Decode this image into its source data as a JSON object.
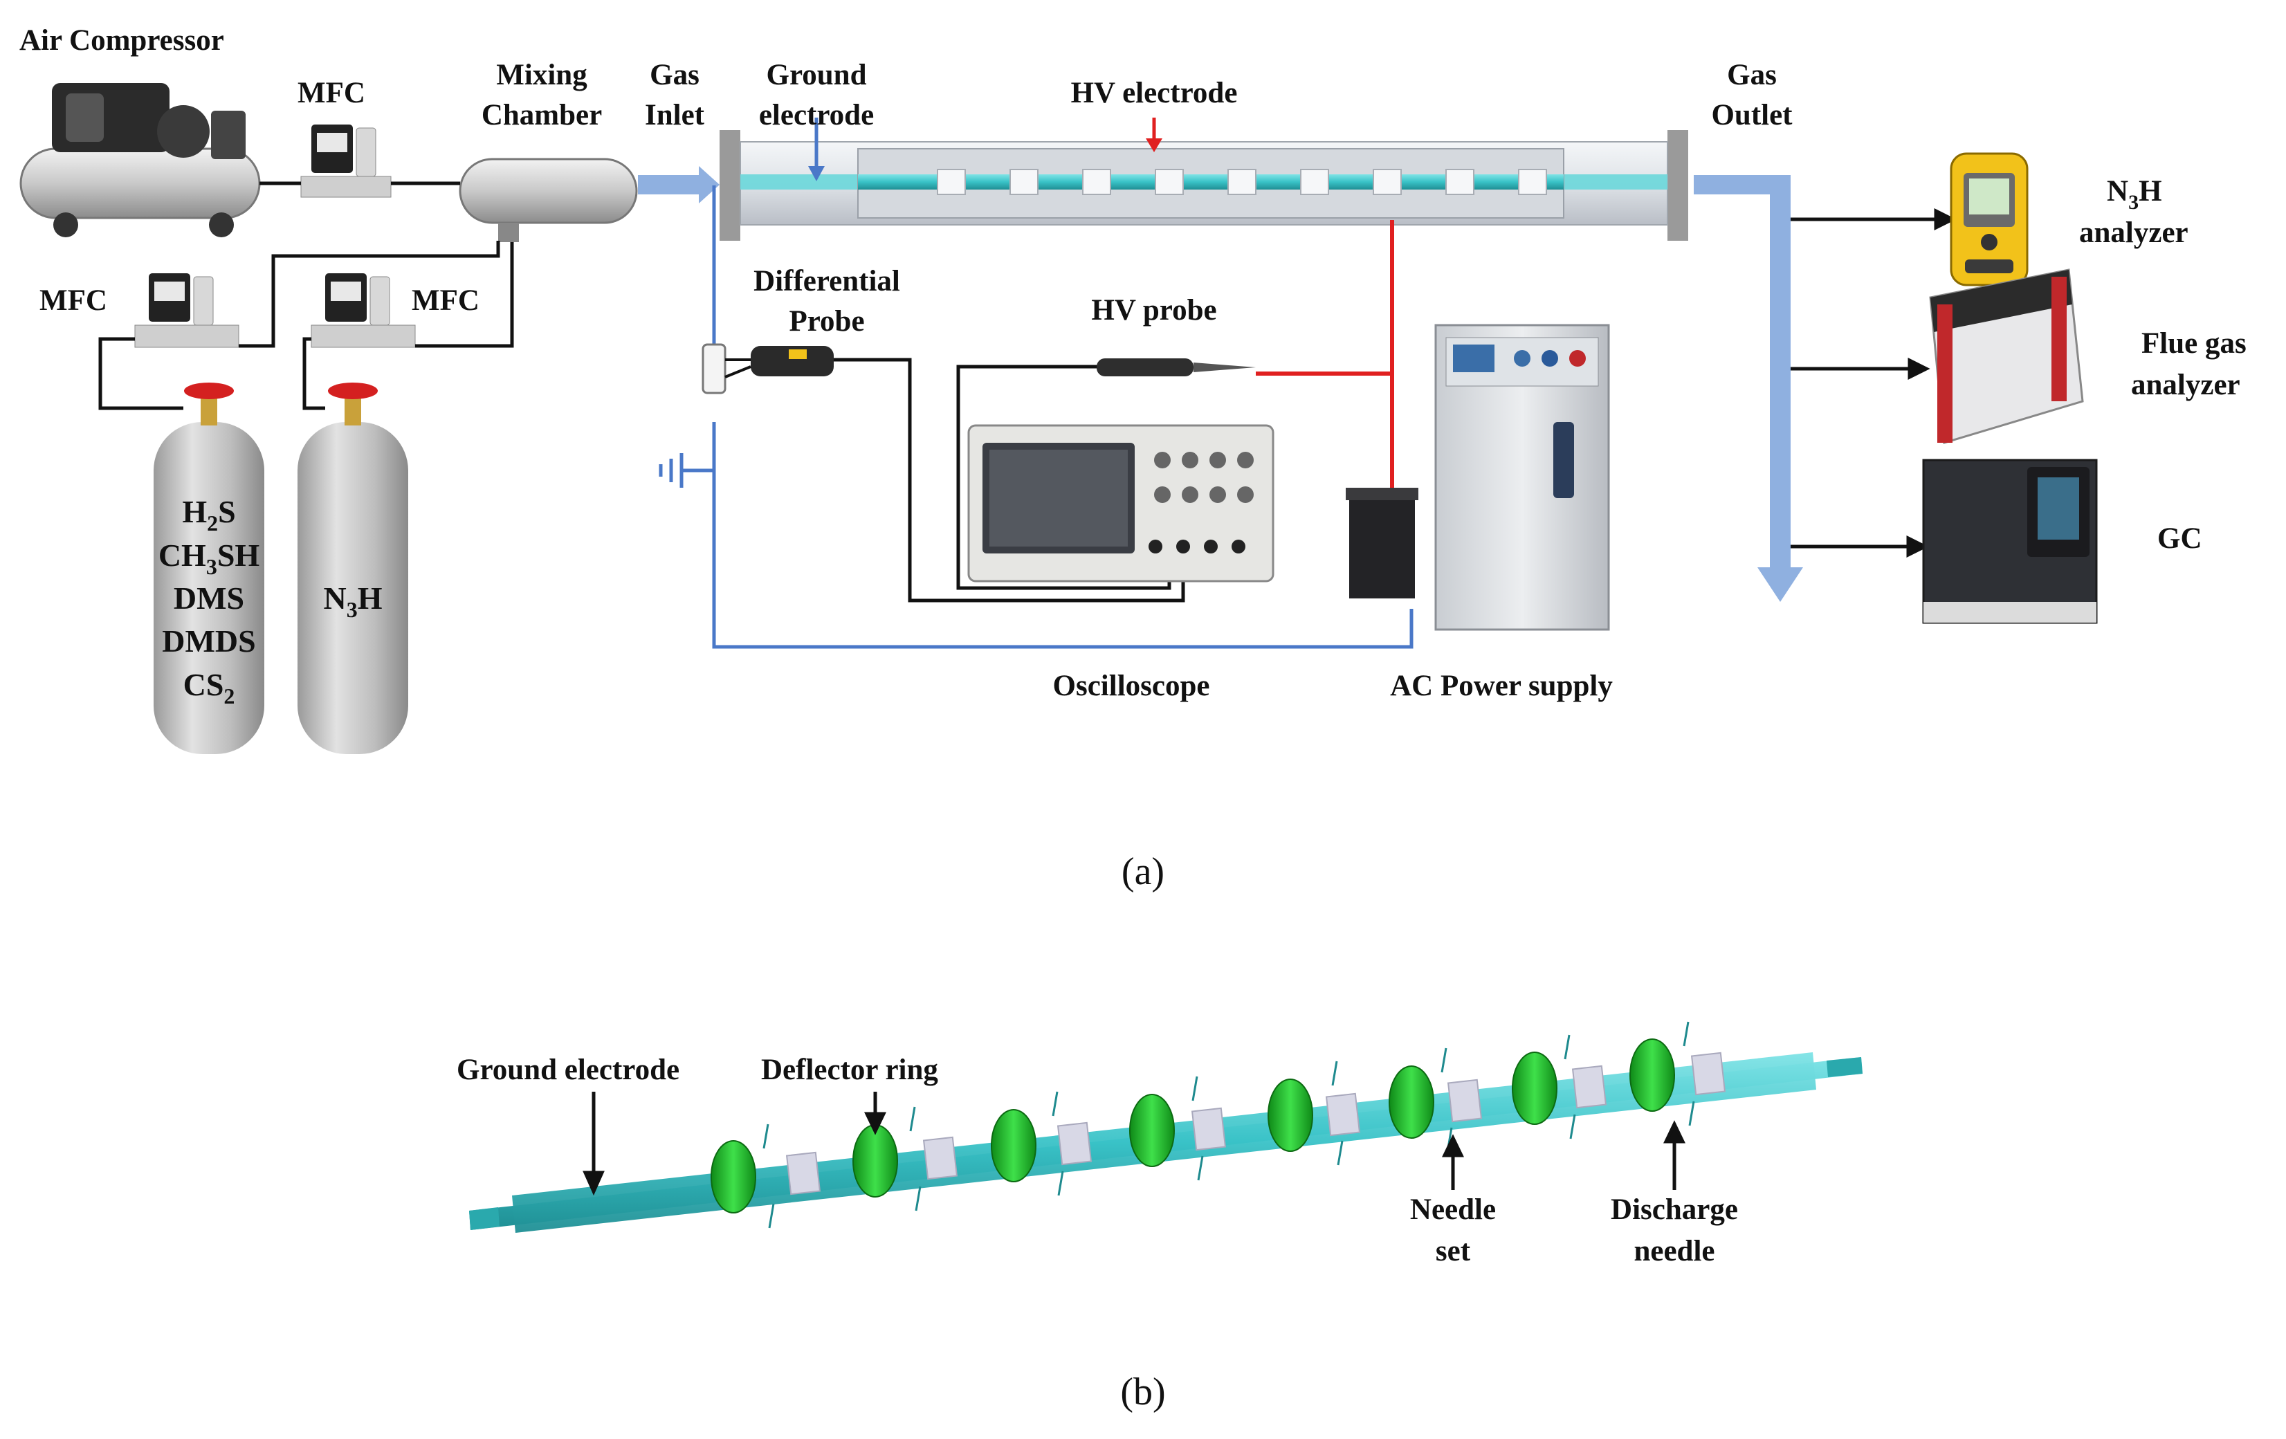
{
  "panel_a": {
    "caption": "(a)",
    "air_compressor": "Air Compressor",
    "mfc_top": "MFC",
    "mfc_left": "MFC",
    "mfc_right": "MFC",
    "mixing_chamber": [
      "Mixing",
      "Chamber"
    ],
    "gas_inlet": [
      "Gas",
      "Inlet"
    ],
    "ground_electrode": [
      "Ground",
      "electrode"
    ],
    "hv_electrode": "HV electrode",
    "gas_outlet": [
      "Gas",
      "Outlet"
    ],
    "differential_probe": [
      "Differential",
      "Probe"
    ],
    "hv_probe": "HV probe",
    "oscilloscope": "Oscilloscope",
    "ac_power_supply": "AC Power supply",
    "n3h_analyzer": [
      "N",
      "3",
      "H",
      "analyzer"
    ],
    "flue_gas_analyzer": [
      "Flue gas",
      "analyzer"
    ],
    "gc": "GC",
    "cylinder_1": [
      {
        "main": "H",
        "sub": "2",
        "tail": "S"
      },
      {
        "main": "CH",
        "sub": "3",
        "tail": "SH"
      },
      {
        "main": "DMS",
        "sub": "",
        "tail": ""
      },
      {
        "main": "DMDS",
        "sub": "",
        "tail": ""
      },
      {
        "main": "CS",
        "sub": "2",
        "tail": ""
      }
    ],
    "cylinder_2": {
      "main": "N",
      "sub": "3",
      "tail": "H"
    }
  },
  "panel_b": {
    "caption": "(b)",
    "ground_electrode": "Ground electrode",
    "deflector_ring": "Deflector ring",
    "needle_set": [
      "Needle",
      "set"
    ],
    "discharge_needle": [
      "Discharge",
      "needle"
    ]
  },
  "colors": {
    "gas_flow_arrow": "#8fb0e0",
    "ground_wire": "#4a78c8",
    "hv_wire": "#e02020",
    "electrode_rod": "#39c2c7",
    "deflector_ring": "#1fbf2a",
    "needle_sleeve": "#d8d8e6"
  }
}
